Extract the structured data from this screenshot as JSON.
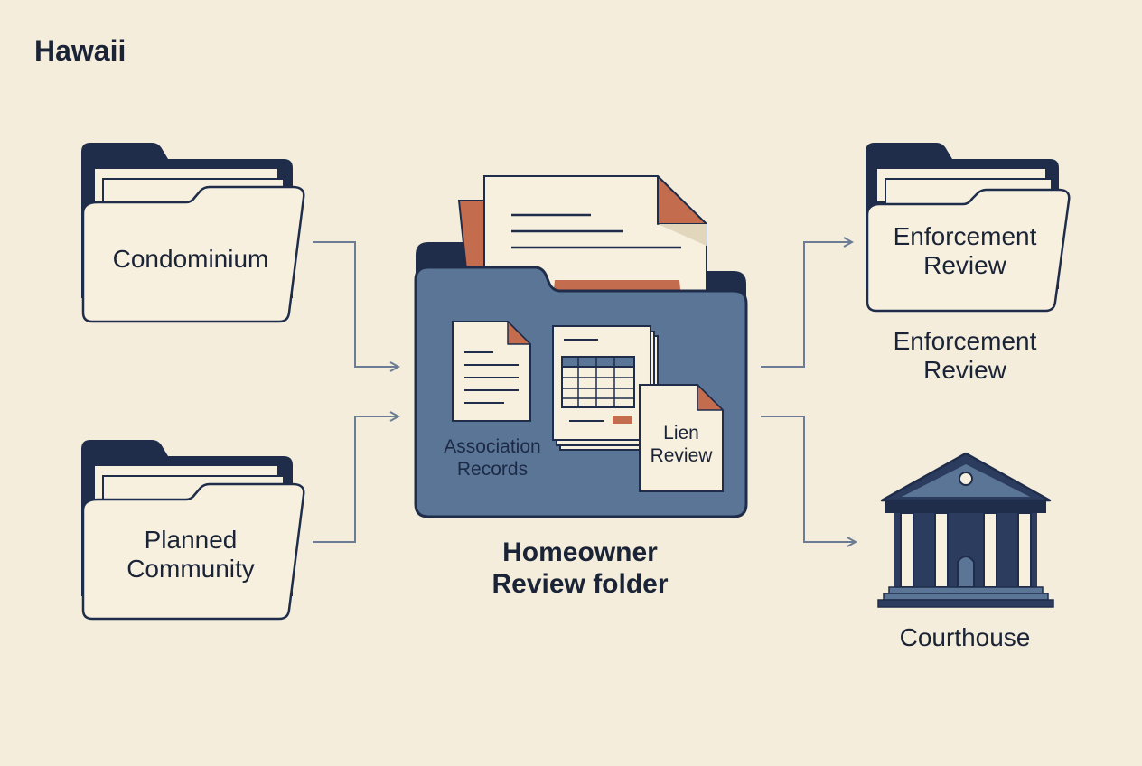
{
  "title": "Hawaii",
  "sources": [
    {
      "label": "Condominium"
    },
    {
      "label_lines": [
        "Planned",
        "Community"
      ]
    }
  ],
  "hub": {
    "label_lines": [
      "Homeowner",
      "Review folder"
    ],
    "contents": [
      {
        "label_lines": [
          "Association",
          "Records"
        ]
      },
      {
        "label_lines": [
          "Lien",
          "Review"
        ]
      }
    ]
  },
  "outputs": [
    {
      "folder_label_lines": [
        "Enforcement",
        "Review"
      ],
      "caption_lines": [
        "Enforcement",
        "Review"
      ]
    },
    {
      "label": "Courthouse"
    }
  ],
  "colors": {
    "background": "#f4eddc",
    "navy": "#1f2d4a",
    "folder_fill": "#f7f0df",
    "hub_fill": "#5b7597",
    "accent_orange": "#c46c4e",
    "connector": "#6b7c94"
  },
  "icons": [
    "folder-icon",
    "document-icon",
    "spreadsheet-icon",
    "courthouse-icon",
    "arrow-icon"
  ]
}
